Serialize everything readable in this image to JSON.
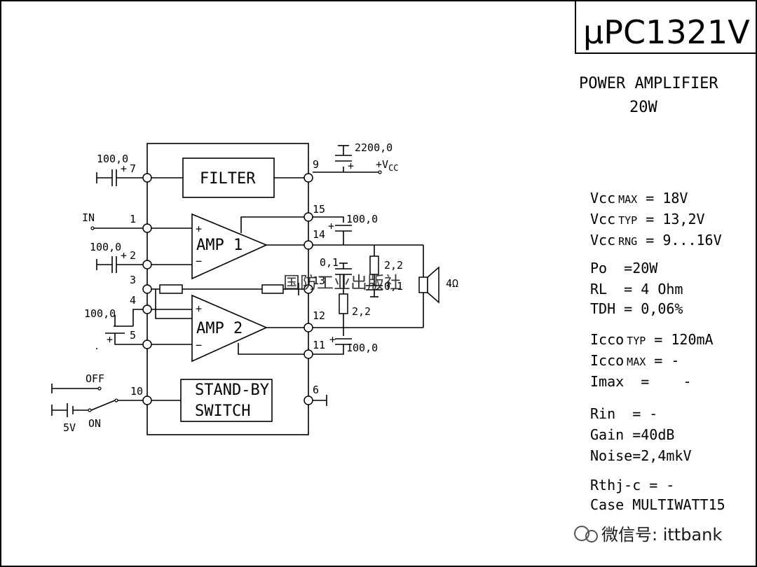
{
  "title": "μPC1321V",
  "subtitle_line1": "POWER  AMPLIFIER",
  "subtitle_line2": "20W",
  "blocks": {
    "filter": "FILTER",
    "amp1": "AMP  1",
    "amp2": "AMP  2",
    "standby_line1": "STAND-BY",
    "standby_line2": "SWITCH"
  },
  "pins": {
    "p7": "7",
    "p1": "1",
    "p2": "2",
    "p3": "3",
    "p4": "4",
    "p5": "5",
    "p10": "10",
    "p9": "9",
    "p15": "15",
    "p14": "14",
    "p13": "13",
    "p12": "12",
    "p11": "11",
    "p6": "6"
  },
  "components": {
    "c_pin7": "100,0",
    "c_pin2": "100,0",
    "c_pin5": "100,0",
    "c_vcc": "2200,0",
    "c_pin15": "100,0",
    "c_pin11": "100,0",
    "c_01a": "0,1",
    "c_01b": "0,1",
    "r_22a": "2,2",
    "r_22b": "2,2",
    "speaker": "4Ω"
  },
  "signals": {
    "in": "IN",
    "vcc": "+V",
    "vcc_sub": "CC",
    "off": "OFF",
    "on": "ON",
    "v5": "5V",
    "plus": "+"
  },
  "specs": [
    {
      "main": "Vcc",
      "sub": "MAX",
      "value": " = 18V"
    },
    {
      "main": "Vcc",
      "sub": "TYP",
      "value": " = 13,2V"
    },
    {
      "main": "Vcc",
      "sub": "RNG",
      "value": " = 9...16V"
    },
    {
      "main": "Po",
      "sub": "",
      "value": "  =20W"
    },
    {
      "main": "RL",
      "sub": "",
      "value": "  = 4 Ohm"
    },
    {
      "main": "TDH",
      "sub": "",
      "value": " = 0,06%"
    },
    {
      "main": "Icco",
      "sub": "TYP",
      "value": " = 120mA"
    },
    {
      "main": "Icco",
      "sub": "MAX",
      "value": " = -"
    },
    {
      "main": "Imax",
      "sub": "",
      "value": "  =    -"
    },
    {
      "main": "Rin",
      "sub": "",
      "value": "  = -"
    },
    {
      "main": "Gain",
      "sub": "",
      "value": " =40dB"
    },
    {
      "main": "Noise",
      "sub": "",
      "value": "=2,4mkV"
    },
    {
      "main": "Rthj-c",
      "sub": "",
      "value": " = -"
    },
    {
      "main": "Case",
      "sub": "",
      "value": " MULTIWATT15"
    }
  ],
  "watermark_cn": "国防工业出版社",
  "footer_watermark": "微信号: ittbank"
}
